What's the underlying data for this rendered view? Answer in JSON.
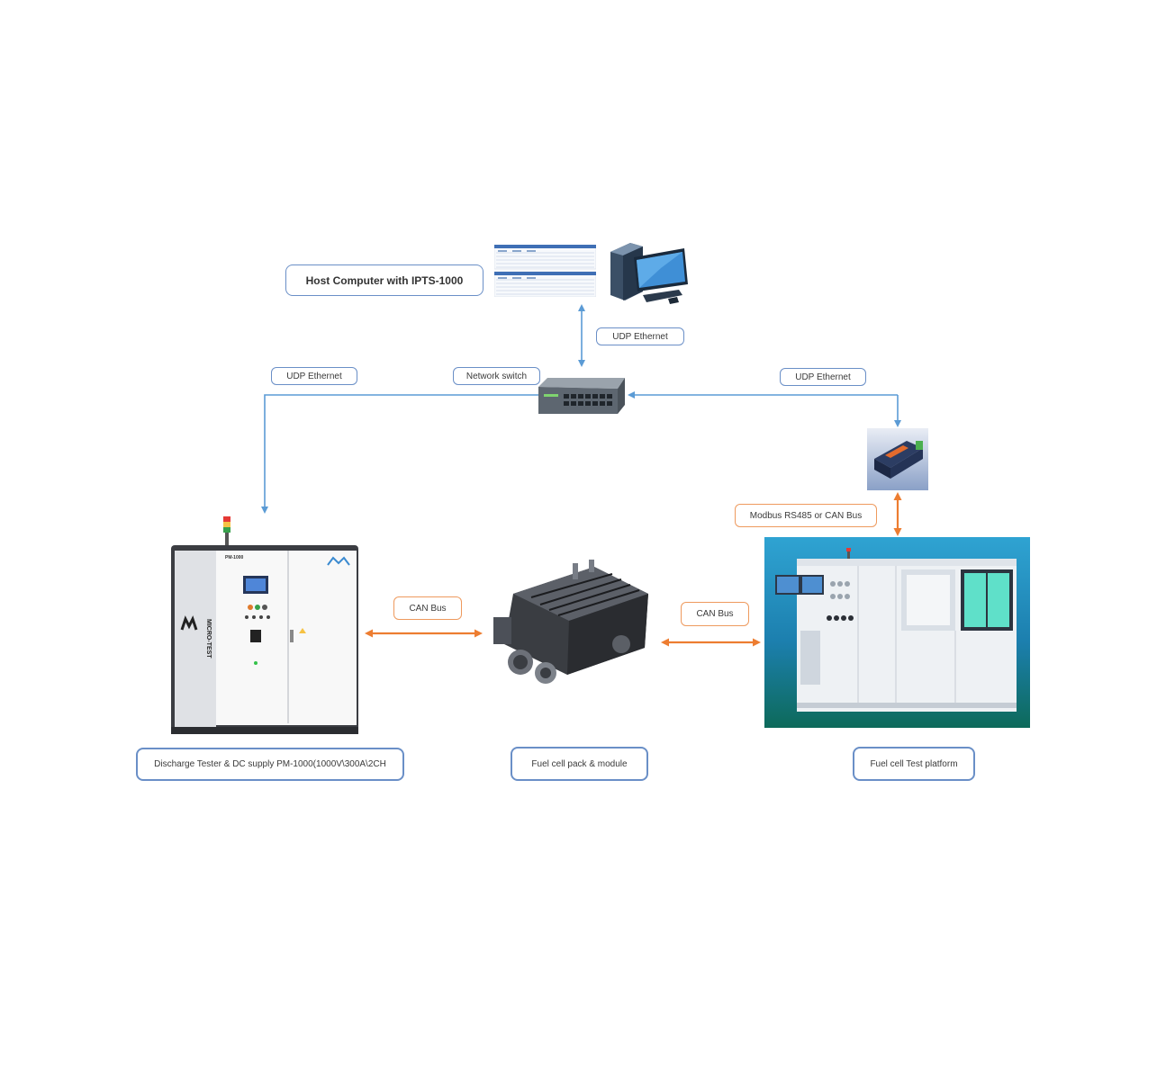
{
  "labels": {
    "host_computer": "Host Computer with IPTS-1000",
    "udp_top": "UDP Ethernet",
    "network_switch": "Network switch",
    "udp_left": "UDP Ethernet",
    "udp_right": "UDP Ethernet",
    "modbus": "Modbus RS485 or CAN Bus",
    "can_left": "CAN Bus",
    "can_right": "CAN Bus",
    "discharge": "Discharge Tester & DC supply PM-1000(1000V\\300A\\2CH",
    "fuel_cell_pack": "Fuel cell pack & module",
    "fuel_cell_platform": "Fuel cell Test platform"
  },
  "device_text": {
    "brand": "MICRO-TEST",
    "model": "PM-1000"
  },
  "colors": {
    "ethernet_line": "#5b9bd5",
    "can_line": "#ed7d31",
    "label_blue": "#6a8fc7",
    "label_orange": "#ee9a5e"
  },
  "icons": [
    "software-screenshot-icon",
    "desktop-computer-icon",
    "network-switch-icon",
    "protocol-converter-icon",
    "discharge-tester-cabinet",
    "fuel-cell-module",
    "fuel-cell-test-platform"
  ]
}
